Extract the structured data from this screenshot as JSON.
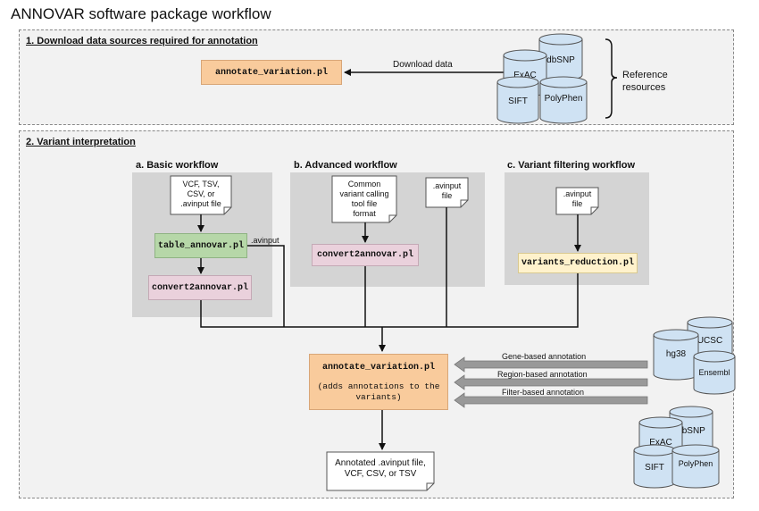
{
  "title": "ANNOVAR software package workflow",
  "section1": {
    "title": "1. Download data sources required for annotation",
    "script": "annotate_variation.pl",
    "arrow_label": "Download data",
    "databases": [
      "ExAC",
      "dbSNP",
      "SIFT",
      "PolyPhen"
    ],
    "reference_label": "Reference\nresources"
  },
  "section2": {
    "title": "2. Variant interpretation",
    "basic": {
      "title": "a. Basic workflow",
      "input": "VCF, TSV,\nCSV, or\n.avinput file",
      "step1": "table_annovar.pl",
      "step2": "convert2annovar.pl",
      "avinput_label": ".avinput"
    },
    "advanced": {
      "title": "b. Advanced workflow",
      "input1": "Common\nvariant calling\ntool file\nformat",
      "input2": ".avinput\nfile",
      "step": "convert2annovar.pl"
    },
    "filtering": {
      "title": "c. Variant filtering workflow",
      "input": ".avinput\nfile",
      "step": "variants_reduction.pl"
    },
    "main_script": "annotate_variation.pl",
    "main_desc": "(adds annotations to the\nvariants)",
    "annotations": [
      "Gene-based annotation",
      "Region-based annotation",
      "Filter-based annotation"
    ],
    "output": "Annotated .avinput file,\nVCF, CSV, or TSV",
    "gene_dbs": [
      "hg38",
      "UCSC",
      "Ensembl"
    ],
    "filter_dbs": [
      "ExAC",
      "dbSNP",
      "SIFT",
      "PolyPhen"
    ]
  },
  "colors": {
    "orange": "#f9cb9c",
    "green": "#b6d7a8",
    "pink": "#ead1dc",
    "yellow": "#fff2cc",
    "db_blue": "#cfe2f3",
    "arrow_gray": "#999999"
  }
}
